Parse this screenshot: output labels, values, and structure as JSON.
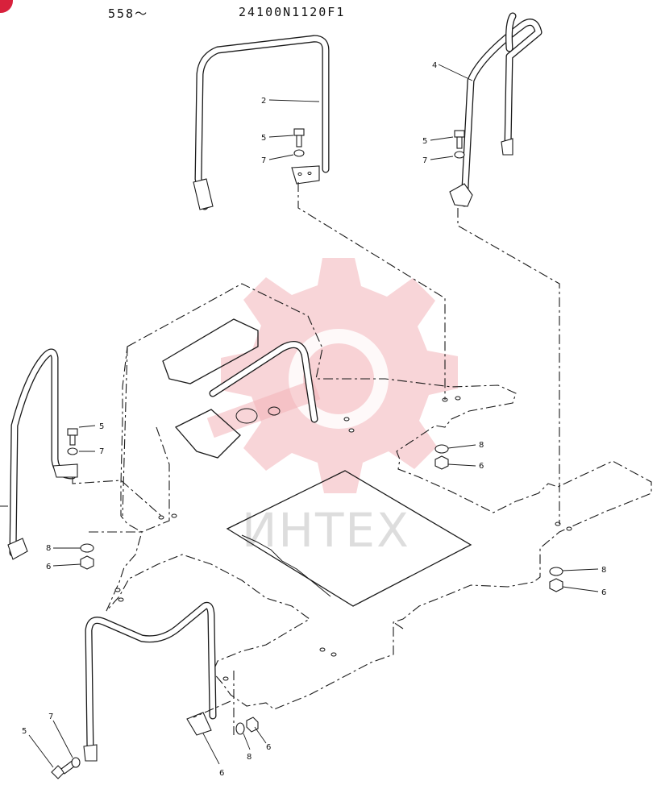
{
  "header": {
    "code": "558〜",
    "part_number": "24100N1120F1"
  },
  "watermark": {
    "text": "ИНТЕХ",
    "color": "#f3b3b8"
  },
  "callouts": {
    "c2": "2",
    "c4": "4",
    "c5a": "5",
    "c7a": "7",
    "c5b": "5",
    "c7b": "7",
    "c5c": "5",
    "c7c": "7",
    "c8a": "8",
    "c6a": "6",
    "c8b": "8",
    "c6b": "6",
    "c8c": "8",
    "c6c": "6",
    "c8d": "8",
    "c6d": "6",
    "c5d": "5",
    "c7d": "7",
    "c6e": "6"
  },
  "colors": {
    "line": "#1a1a1a",
    "accent": "#d8213c"
  }
}
